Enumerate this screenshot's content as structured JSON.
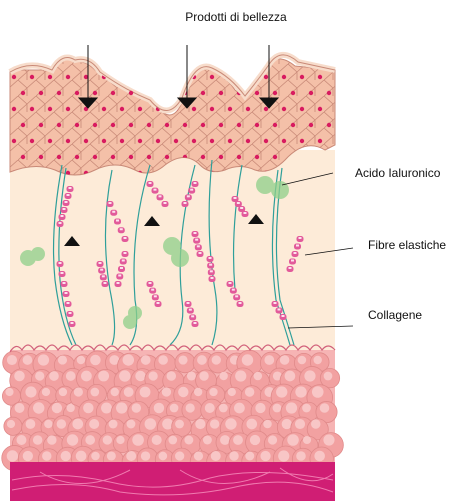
{
  "labels": {
    "top": "Prodotti di bellezza",
    "hyaluronic": "Acido Ialuronico",
    "elastic": "Fibre elastiche",
    "collagen": "Collagene"
  },
  "colors": {
    "epidermis_fill": "#f4c0a8",
    "epidermis_line": "#c98a78",
    "nucleus": "#d81b60",
    "dermis": "#fdebd8",
    "collagen": "#e25a9a",
    "elastic_fiber": "#2f9f9a",
    "hyaluronic": "#8fd08a",
    "fat": "#f2a1a1",
    "fat_light": "#f8c6c6",
    "base": "#d01e74"
  },
  "icons": [
    "down-arrow-icon",
    "up-triangle-icon"
  ]
}
